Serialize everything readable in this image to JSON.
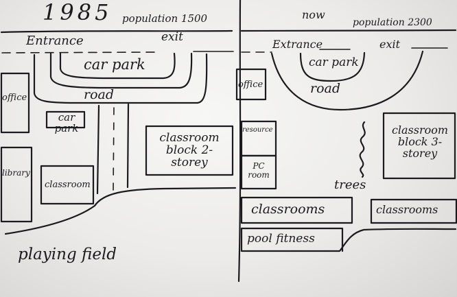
{
  "left": {
    "year": "1985",
    "population": "population 1500",
    "entrance": "Entrance",
    "exit": "exit",
    "car_park": "car park",
    "road": "road",
    "office": "office",
    "small_car_park": "car park",
    "library": "library",
    "classroom": "classroom",
    "classroom_block": "classroom block 2-storey",
    "playing_field": "playing field"
  },
  "right": {
    "now": "now",
    "population": "population 2300",
    "entrance": "Extrance",
    "exit": "exit",
    "car_park": "car park",
    "road": "road",
    "office": "office",
    "resource": "resource",
    "pc_room": "PC room",
    "trees": "trees",
    "classroom_block": "classroom block 3-storey",
    "classrooms_1": "classrooms",
    "classrooms_2": "classrooms",
    "pool_fitness": "pool fitness"
  }
}
